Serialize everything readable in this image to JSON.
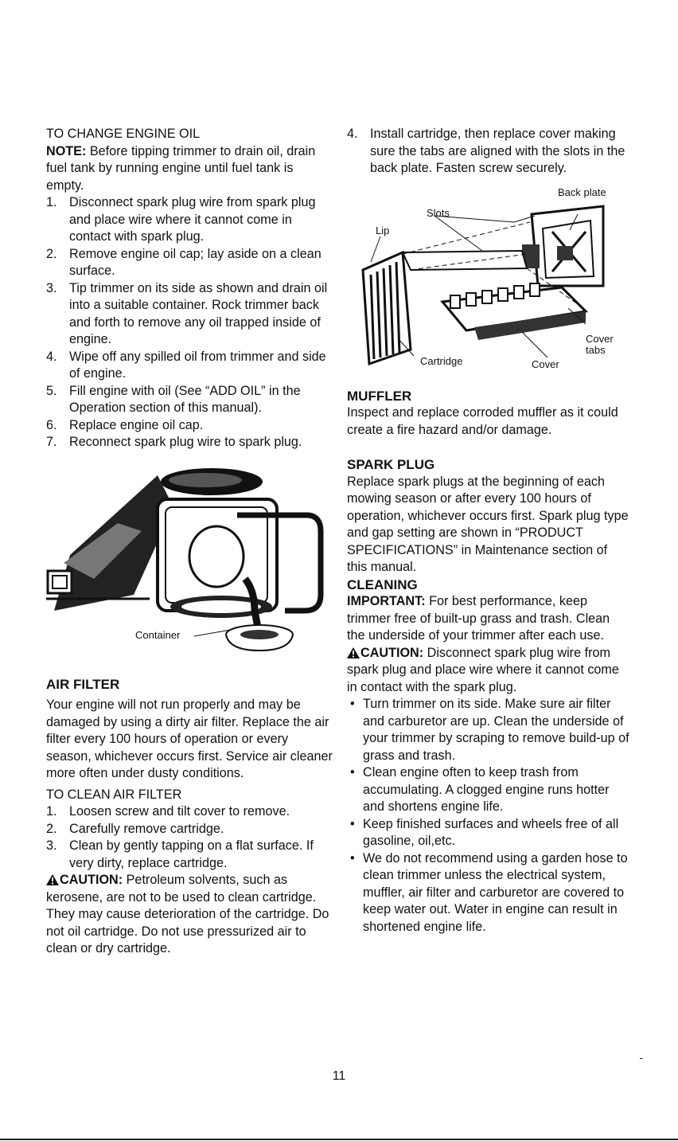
{
  "left": {
    "change_oil_title": "TO CHANGE ENGINE OIL",
    "note_label": "NOTE:",
    "note_text": " Before tipping trimmer to drain oil, drain fuel tank by running engine until fuel tank is empty.",
    "oil_steps": [
      {
        "num": "1.",
        "text": "Disconnect spark plug wire from spark plug and place wire where it cannot come in contact with spark plug."
      },
      {
        "num": "2.",
        "text": "Remove engine oil cap; lay aside on a clean surface."
      },
      {
        "num": "3.",
        "text": "Tip trimmer on its side as shown and drain oil into a suitable container. Rock trimmer back and forth to remove any oil trapped inside of engine."
      },
      {
        "num": "4.",
        "text": "Wipe off any spilled oil from trimmer and side of engine."
      },
      {
        "num": "5.",
        "text": "Fill engine with oil (See “ADD OIL” in the Operation section of this manual)."
      },
      {
        "num": "6.",
        "text": "Replace engine oil cap."
      },
      {
        "num": "7.",
        "text": "Reconnect spark plug wire to spark plug."
      }
    ],
    "figure_label_container": "Container",
    "air_filter_heading": "AIR FILTER",
    "air_filter_text": "Your engine will not run properly and may be damaged by using a dirty air filter. Replace the air filter every 100 hours of operation or every season, whichever occurs first. Service air cleaner more often under dusty conditions.",
    "clean_filter_title": "TO CLEAN AIR FILTER",
    "filter_steps": [
      {
        "num": "1.",
        "text": "Loosen screw and tilt cover to remove."
      },
      {
        "num": "2.",
        "text": "Carefully remove cartridge."
      },
      {
        "num": "3.",
        "text": "Clean by gently tapping on a flat surface. If very dirty, replace cartridge."
      }
    ],
    "caution_label": "CAUTION:",
    "caution_text": " Petroleum solvents, such as kerosene, are not to be used to clean cartridge. They may cause deterioration of the cartridge. Do not oil cartridge. Do not use pressurized air to clean or dry cartridge."
  },
  "right": {
    "step4": {
      "num": "4.",
      "text": "Install cartridge, then replace cover making sure the tabs are aligned with the slots in the back plate. Fasten screw securely."
    },
    "figure_labels": {
      "back_plate": "Back plate",
      "slots": "Slots",
      "lip": "Lip",
      "cover_tabs": "Cover tabs",
      "cartridge": "Cartridge",
      "cover": "Cover"
    },
    "muffler_heading": "MUFFLER",
    "muffler_text": "Inspect and replace corroded muffler as it could create a fire hazard and/or damage.",
    "spark_plug_heading": "SPARK PLUG",
    "spark_plug_text": "Replace spark plugs at the beginning of each mowing season or after every 100 hours of operation, whichever occurs first. Spark plug type and gap setting are shown in “PRODUCT SPECIFICATIONS” in Maintenance section of this manual.",
    "cleaning_heading": "CLEANING",
    "important_label": "IMPORTANT:",
    "important_text": " For best performance, keep trimmer free of built-up grass and trash. Clean the underside of your trimmer after each use.",
    "caution_label": "CAUTION:",
    "caution_text": " Disconnect spark plug wire from spark plug and place wire where it cannot come in contact with the spark plug.",
    "bullets": [
      "Turn trimmer on its side. Make sure air filter and carburetor are up. Clean the underside of your trimmer by scraping to remove build-up of grass and trash.",
      "Clean engine often to keep trash from accumulating. A clogged engine runs hotter and shortens engine life.",
      "Keep finished surfaces and wheels free of all gasoline, oil,etc.",
      "We do not recommend using a garden hose to clean trimmer unless the electrical system, muffler, air filter and carburetor are covered to keep water out. Water in engine can result in shortened engine life."
    ]
  },
  "footer": {
    "page_number": "11",
    "edge_mark": "-"
  }
}
